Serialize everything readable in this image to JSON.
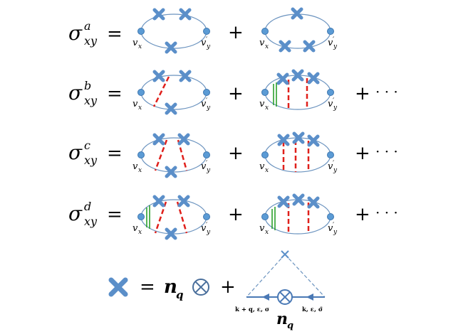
{
  "figure": {
    "sigma_symbol": "σ",
    "subscript": "xy",
    "equals": "=",
    "plus": "+",
    "ellipsis": "· · ·",
    "rows": [
      {
        "superscript": "a"
      },
      {
        "superscript": "b"
      },
      {
        "superscript": "c"
      },
      {
        "superscript": "d"
      }
    ],
    "vertex_left": {
      "base": "v",
      "sub": "x"
    },
    "vertex_right": {
      "base": "v",
      "prime": "′",
      "sub": "y"
    },
    "legend": {
      "n_base": "n",
      "n_sub": "q",
      "otimes": "⊗",
      "momentum_left": "k + q, ε, σ",
      "momentum_right": "k, ε, σ̄"
    }
  },
  "colors": {
    "line": "#6b93bf",
    "cross": "#5b8fc9",
    "vertex": "#5b9bd5",
    "red_dashed": "#e0201b",
    "green": "#2ca02c"
  }
}
